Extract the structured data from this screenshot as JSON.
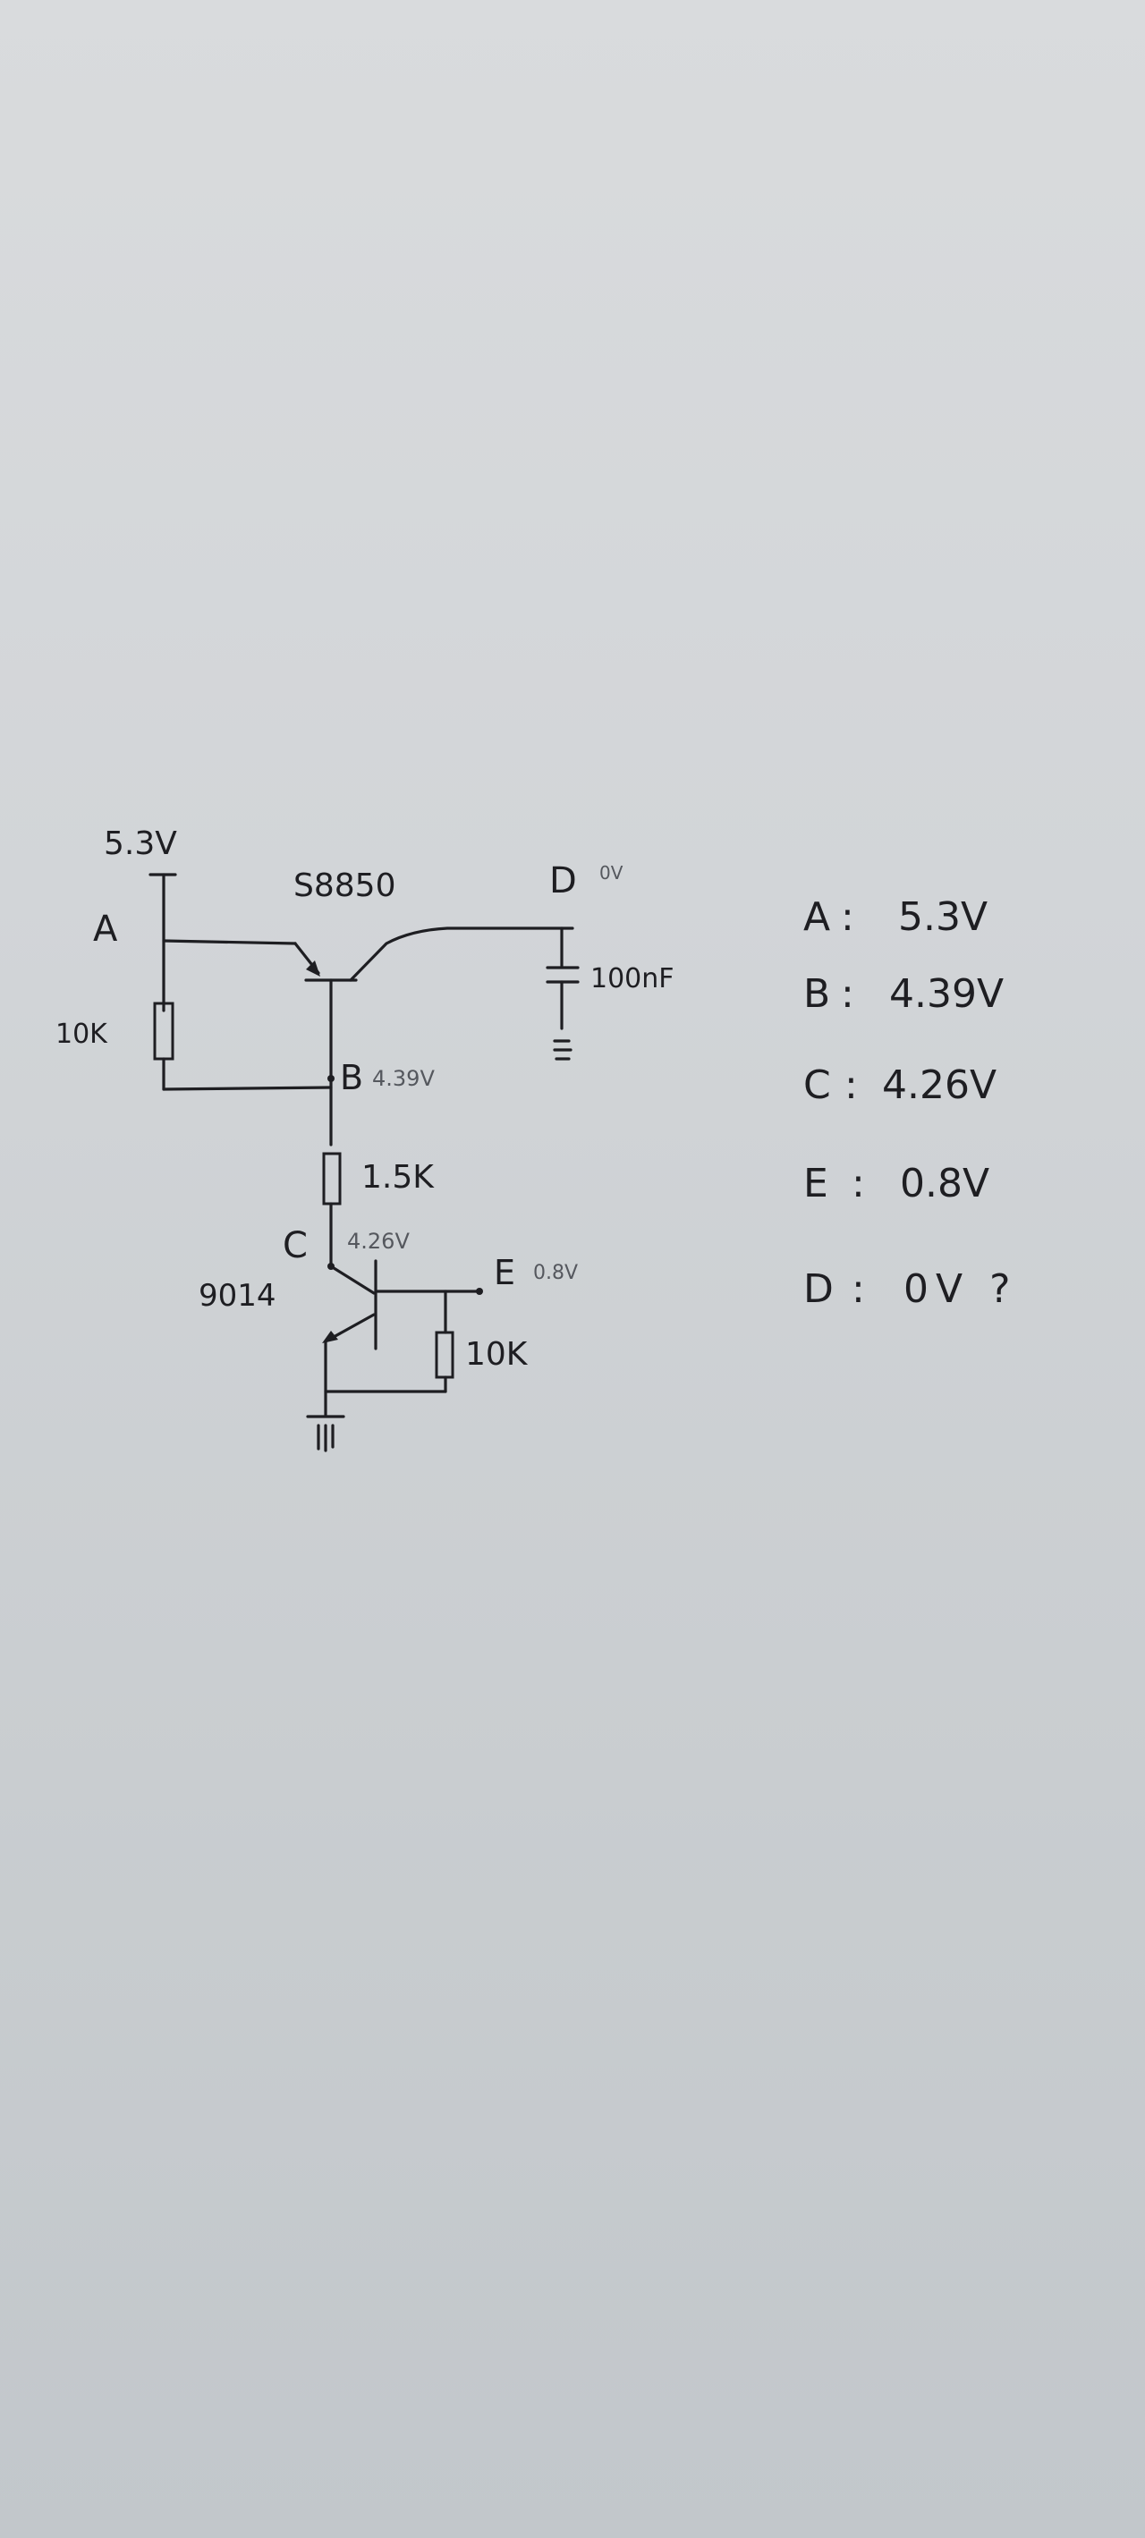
{
  "circuit": {
    "supply_voltage": "5.3V",
    "node_a": "A",
    "node_b": "B",
    "node_b_reading": "4.39V",
    "node_c": "C",
    "node_c_reading": "4.26V",
    "node_d": "D",
    "node_d_reading": "0V",
    "node_e": "E",
    "node_e_reading": "0.8V",
    "r_base": "10K",
    "r_mid": "1.5K",
    "r_emitter": "10K",
    "capacitor": "100nF",
    "q1_part": "S8850",
    "q2_part": "9014"
  },
  "readings": [
    {
      "label": "A",
      "sep": ":",
      "value": "5.3V"
    },
    {
      "label": "B",
      "sep": ":",
      "value": "4.39V"
    },
    {
      "label": "C",
      "sep": ":",
      "value": "4.26V"
    },
    {
      "label": "E",
      "sep": ":",
      "value": "0.8V"
    },
    {
      "label": "D",
      "sep": ":",
      "value": "0V ?"
    }
  ]
}
